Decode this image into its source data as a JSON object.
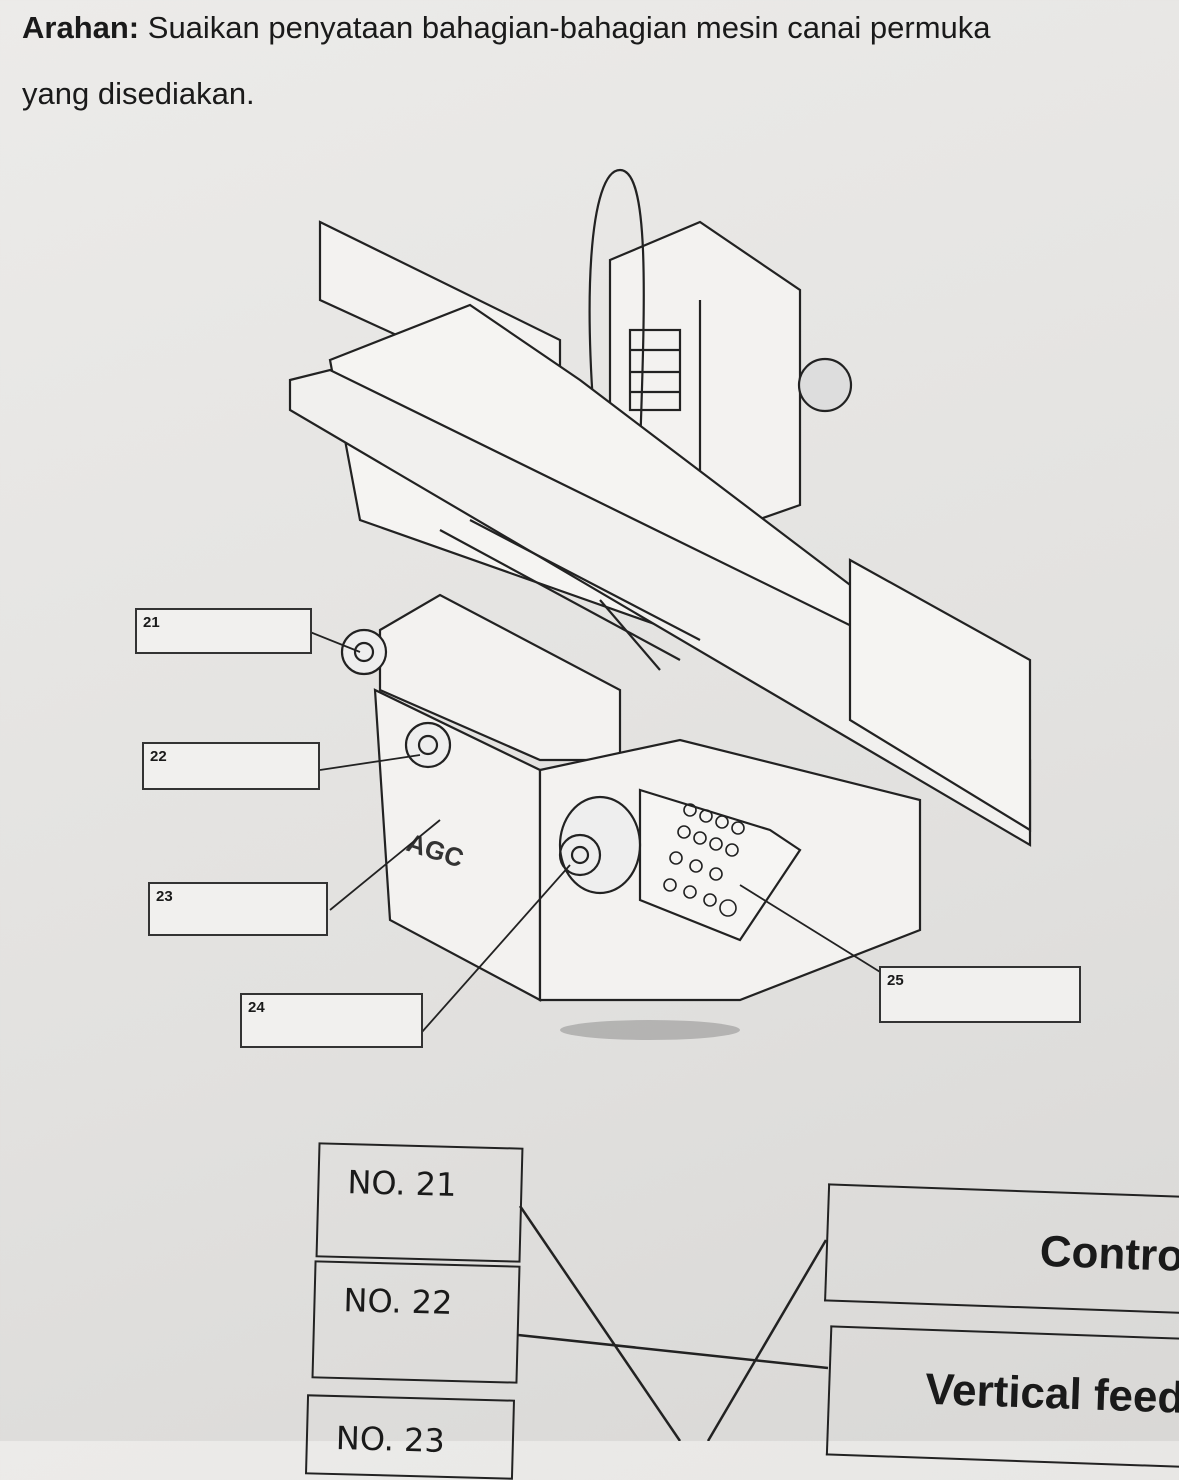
{
  "instruction": {
    "prefix": "Arahan:",
    "text": "Suaikan penyataan bahagian-bahagian mesin canai permuka",
    "line2": "yang disediakan."
  },
  "diagram": {
    "labels": [
      "21",
      "22",
      "23",
      "24",
      "25"
    ]
  },
  "matching": {
    "numbers": [
      "NO. 21",
      "NO. 22",
      "NO. 23"
    ],
    "answers": [
      "Contro",
      "Vertical feed"
    ]
  }
}
